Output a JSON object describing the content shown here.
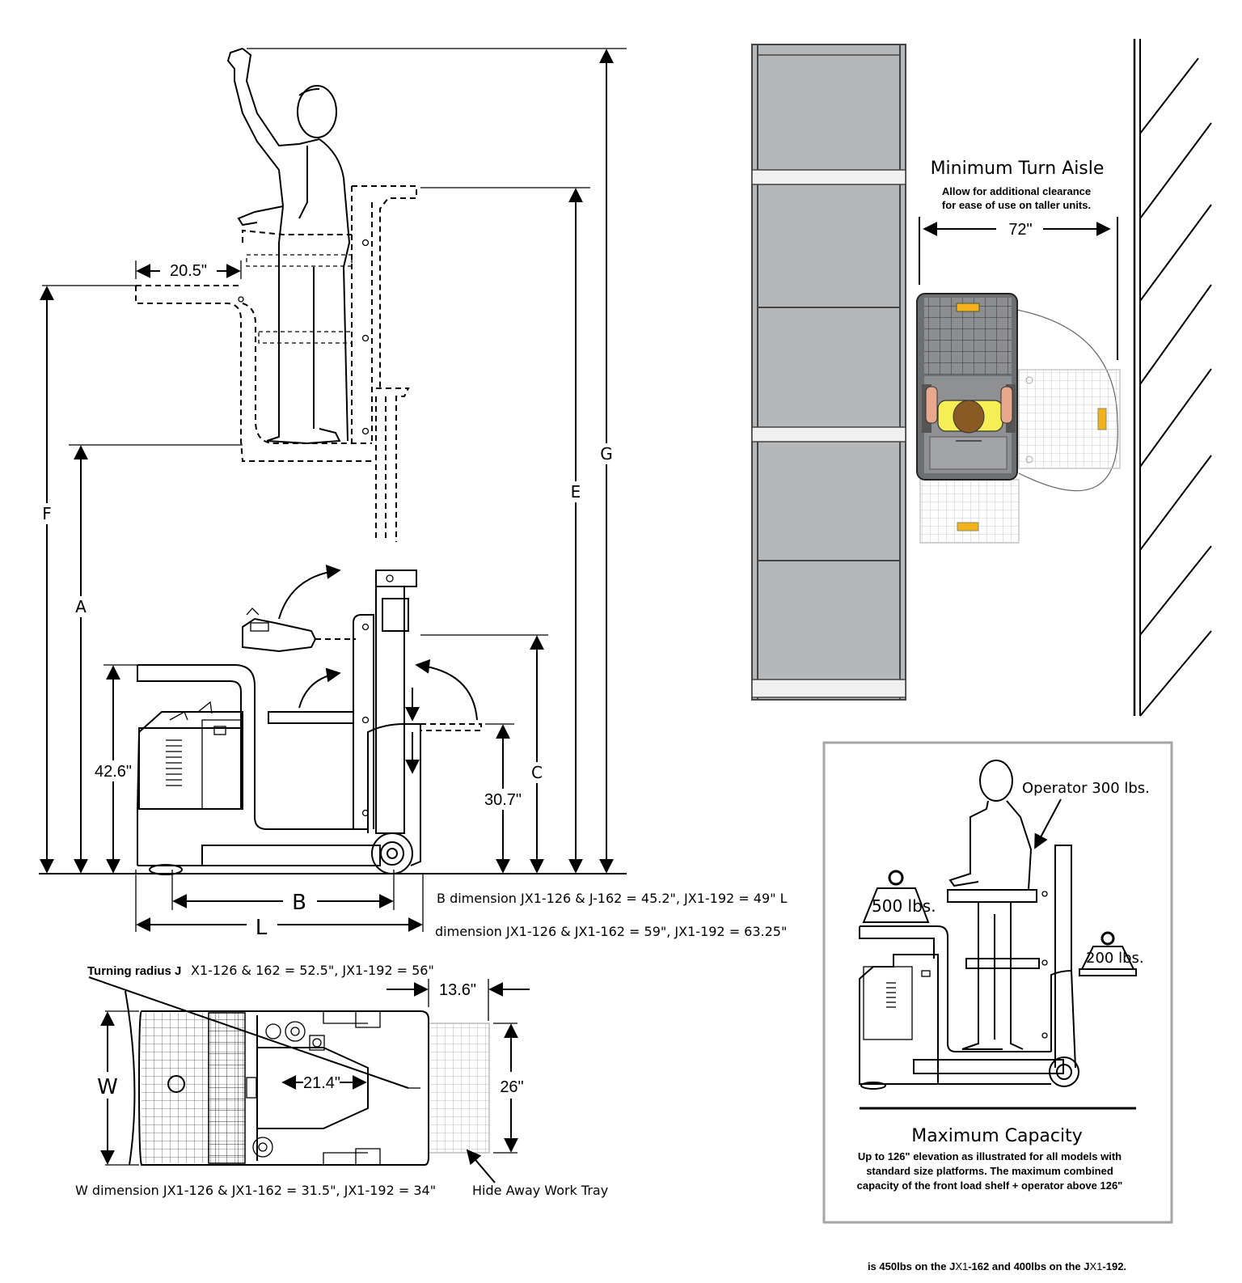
{
  "side_view": {
    "dim_20_5": "20.5\"",
    "dim_42_6": "42.6\"",
    "dim_30_7": "30.7\"",
    "label_F": "F",
    "label_A": "A",
    "label_G": "G",
    "label_E": "E",
    "label_C": "C",
    "label_B": "B",
    "label_L": "L",
    "note_B": "B dimension JX1-126 & J-162 = 45.2\", JX1-192 = 49\" L",
    "note_L": "dimension JX1-126 & JX1-162 = 59\", JX1-192 = 63.25\""
  },
  "top_view": {
    "turning_prefix": "Turning radius J",
    "turning_rest": "X1-126 & 162 = 52.5\", JX1-192 = 56\"",
    "dim_13_6": "13.6\"",
    "dim_21_4": "21.4\"",
    "dim_26": "26\"",
    "label_W": "W",
    "note_W": "W dimension JX1-126 & JX1-162 = 31.5\", JX1-192 = 34\"",
    "tray_label": "Hide Away Work Tray"
  },
  "aisle": {
    "title": "Minimum Turn  Aisle",
    "note_line1": "Allow for additional clearance",
    "note_line2": "for ease of use on taller units.",
    "dim_72": "72\""
  },
  "capacity": {
    "operator_label": "Operator 300 lbs.",
    "load_500": "500 lbs.",
    "load_200": "200 lbs.",
    "title": "Maximum Capacity",
    "line1": "Up to 126\" elevation as illustrated for all models with",
    "line2": "standard size platforms.  The maximum combined",
    "line3": "capacity of the front load shelf + operator above 126\"",
    "footer_a": "is 450lbs on the J",
    "footer_b": "X1",
    "footer_c": "-162 and 400lbs on the J",
    "footer_d": "X1",
    "footer_e": "-192."
  },
  "colors": {
    "rack": "#b5b7b9",
    "vest": "#f6ee55",
    "warning": "#f3b21c",
    "skin": "#e8a98f",
    "hair": "#8a5a25",
    "frame": "#d7d7d7"
  }
}
